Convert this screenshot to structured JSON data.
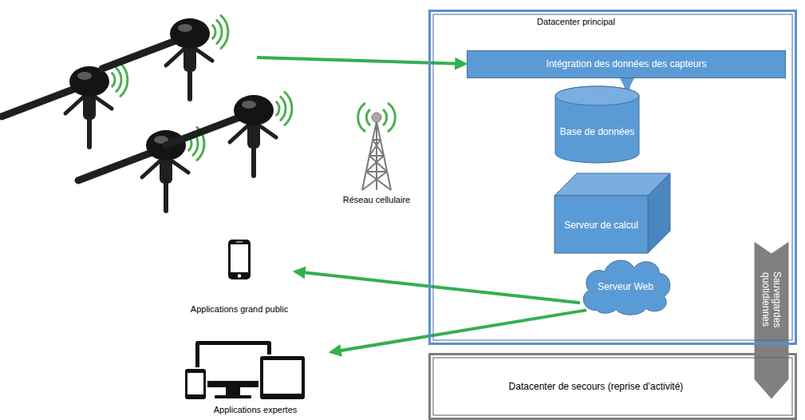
{
  "diagram": {
    "nodes": [
      {
        "text": [
          "Datacenter principal"
        ]
      },
      {
        "text": [
          "Intégration des données des capteurs"
        ],
        "in": 0
      },
      {
        "text": [
          "Base de données"
        ],
        "in": 0
      },
      {
        "text": [
          "Serveur de calcul"
        ],
        "in": 0
      },
      {
        "text": [
          "Serveur Web"
        ],
        "in": 0
      },
      {
        "text": [
          "Datacenter de secours (reprise d’activité)"
        ]
      },
      {
        "text": [
          "Applications grand public"
        ]
      },
      {
        "text": [
          "Applications expertes"
        ]
      }
    ],
    "edges": [
      {
        "from": 1,
        "to": 2,
        "arrow": "to"
      },
      {
        "from": 4,
        "to": 6,
        "arrow": "to"
      },
      {
        "from": 4,
        "to": 7,
        "arrow": "to"
      },
      {
        "from": 0,
        "to": 5,
        "label": "Sauvegardes quotidiennes",
        "arrow": "to"
      }
    ],
    "labels": [
      "Réseau cellulaire"
    ]
  }
}
